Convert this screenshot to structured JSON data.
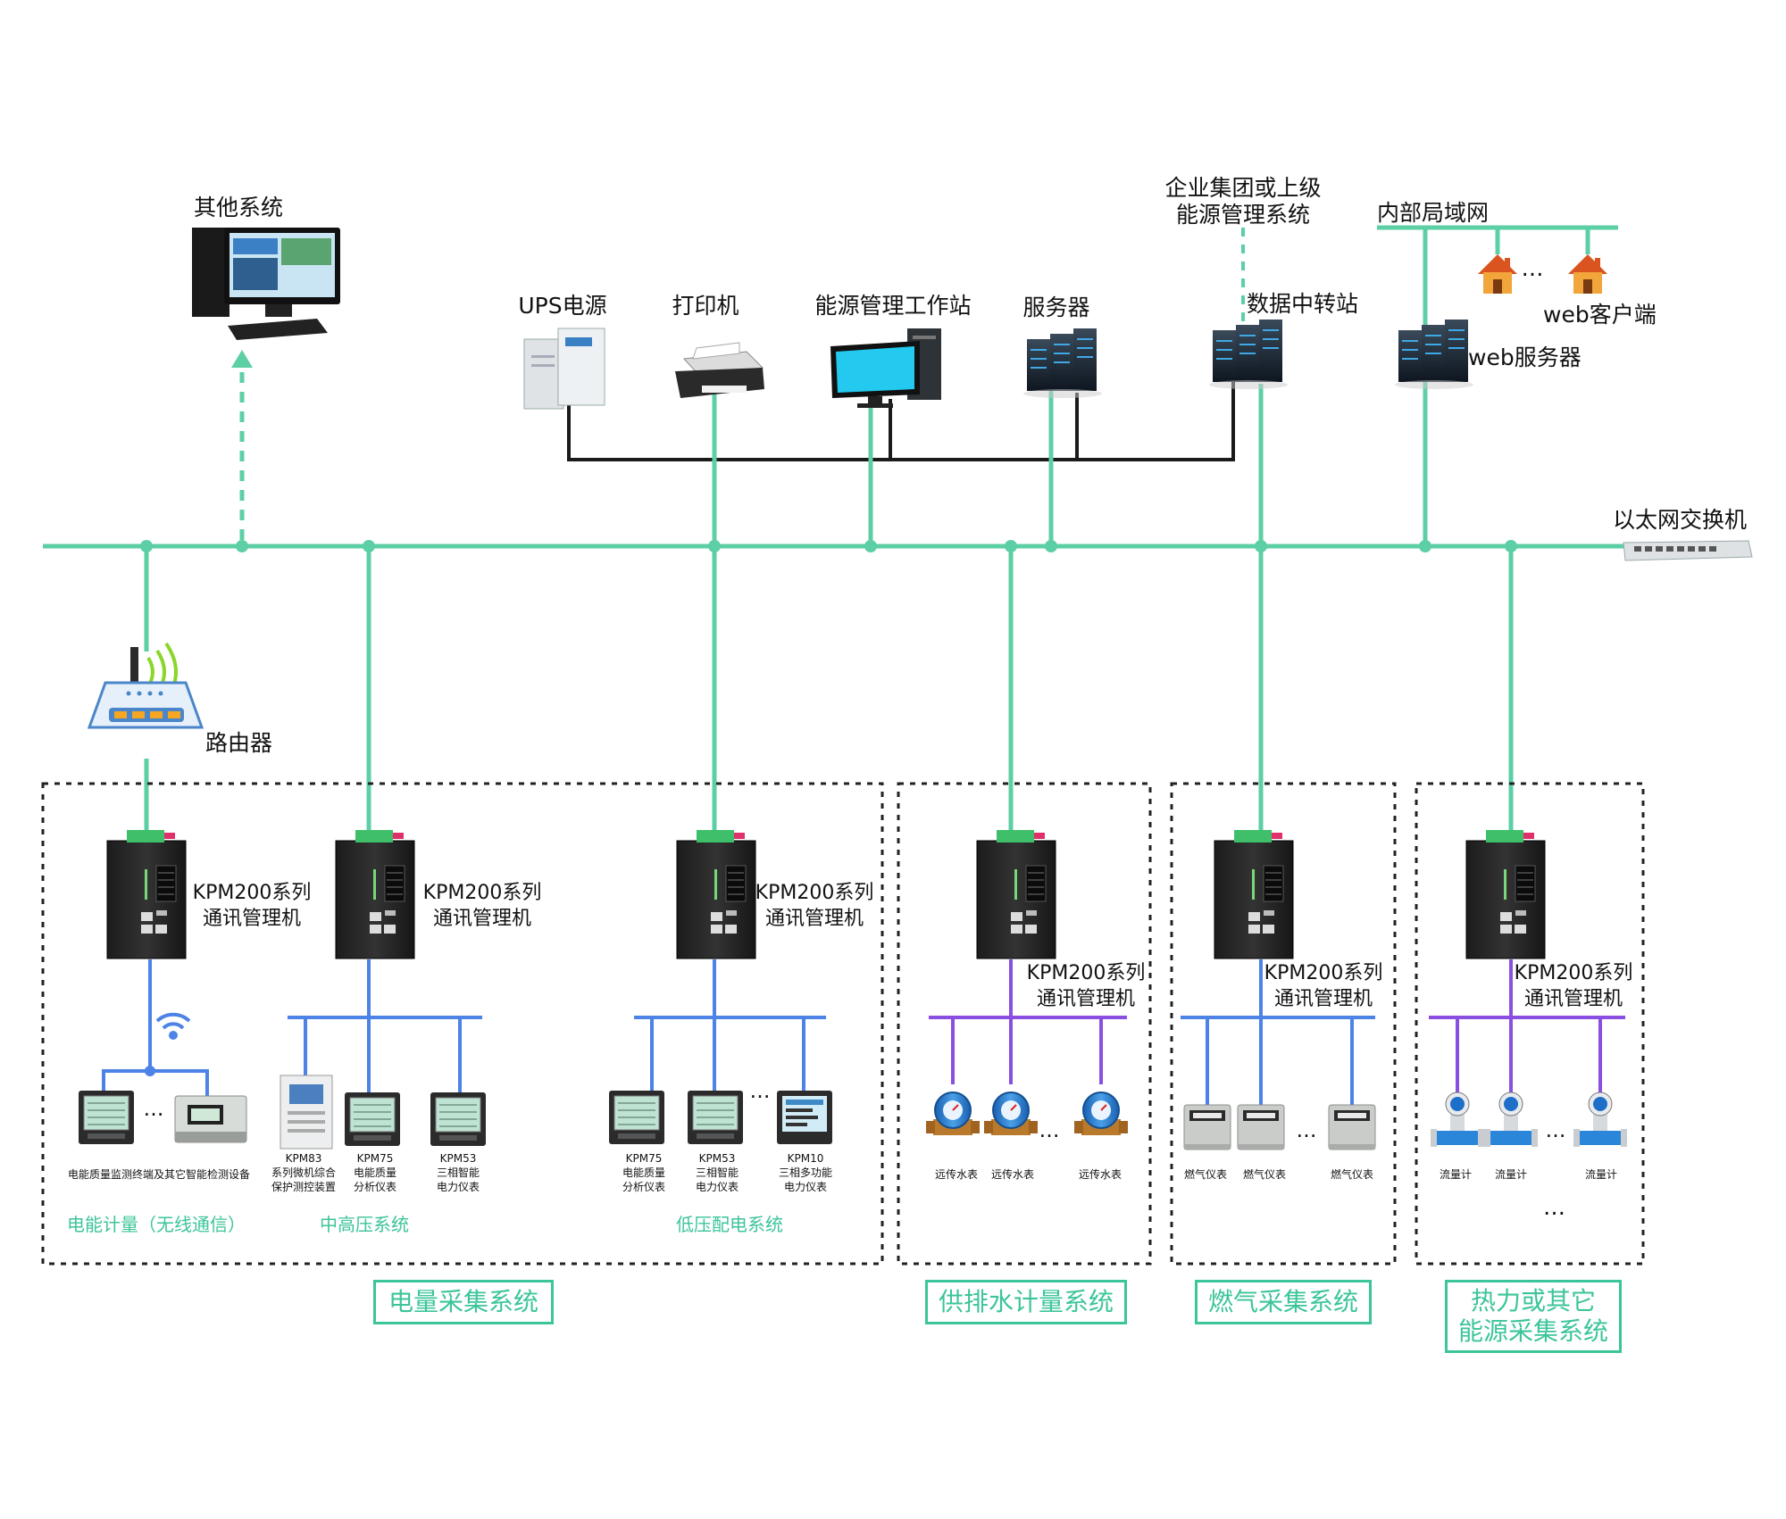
{
  "colors": {
    "bus": "#5ccfa5",
    "dark_line": "#1a1a1a",
    "blue_line": "#4d82e6",
    "purple_line": "#8a4fe0",
    "caption": "#3cc49a",
    "dashed": "#222222"
  },
  "top": {
    "other_system": "其他系统",
    "enterprise_line1": "企业集团或上级",
    "enterprise_line2": "能源管理系统",
    "intranet": "内部局域网",
    "ups": "UPS电源",
    "printer": "打印机",
    "workstation": "能源管理工作站",
    "server": "服务器",
    "data_relay": "数据中转站",
    "web_client": "web客户端",
    "web_server": "web服务器",
    "ellipsis": "…",
    "switch": "以太网交换机",
    "router": "路由器"
  },
  "kpm": {
    "line1": "KPM200系列",
    "line2": "通讯管理机"
  },
  "devices": {
    "power_quality_terminal": "电能质量监测终端及其它智能检测设备",
    "kpm83": [
      "KPM83",
      "系列微机综合",
      "保护测控装置"
    ],
    "kpm75_a": [
      "KPM75",
      "电能质量",
      "分析仪表"
    ],
    "kpm53_a": [
      "KPM53",
      "三相智能",
      "电力仪表"
    ],
    "kpm75_b": [
      "KPM75",
      "电能质量",
      "分析仪表"
    ],
    "kpm53_b": [
      "KPM53",
      "三相智能",
      "电力仪表"
    ],
    "kpm10": [
      "KPM10",
      "三相多功能",
      "电力仪表"
    ],
    "water1": "远传水表",
    "water2": "远传水表",
    "water3": "远传水表",
    "gas1": "燃气仪表",
    "gas2": "燃气仪表",
    "gas3": "燃气仪表",
    "flow1": "流量计",
    "flow2": "流量计",
    "flow3": "流量计"
  },
  "subsystems": {
    "wireless": "电能计量（无线通信）",
    "mv": "中高压系统",
    "lv": "低压配电系统"
  },
  "systems": {
    "electric": "电量采集系统",
    "water": "供排水计量系统",
    "gas": "燃气采集系统",
    "heat_line1": "热力或其它",
    "heat_line2": "能源采集系统"
  }
}
